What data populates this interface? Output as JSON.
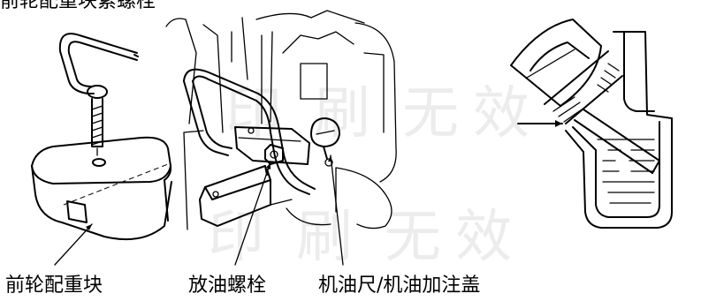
{
  "labels": {
    "top_partial": "前轮配重块紧螺栓",
    "front_weight": "前轮配重块",
    "drain_bolt": "放油螺栓",
    "dipstick_cap": "机油尺/机油加注盖"
  },
  "watermark": "印刷无效",
  "colors": {
    "line": "#000000",
    "background": "#ffffff",
    "watermark": "#ececec"
  }
}
